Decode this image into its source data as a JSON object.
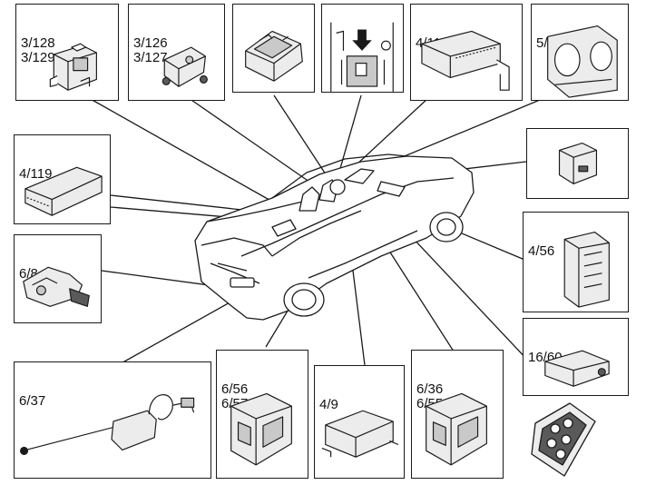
{
  "diagram": {
    "boxes": [
      {
        "id": "b1",
        "labels": [
          "3/128",
          "3/129"
        ]
      },
      {
        "id": "b2",
        "labels": [
          "3/126",
          "3/127"
        ]
      },
      {
        "id": "b3",
        "labels": []
      },
      {
        "id": "b4",
        "labels": []
      },
      {
        "id": "b5",
        "labels": [
          "4/119.2"
        ]
      },
      {
        "id": "b6",
        "labels": [
          "5/1"
        ]
      },
      {
        "id": "b7",
        "labels": [
          "4/119"
        ]
      },
      {
        "id": "b8",
        "labels": []
      },
      {
        "id": "b9",
        "labels": [
          "6/8"
        ]
      },
      {
        "id": "b10",
        "labels": [
          "4/56"
        ]
      },
      {
        "id": "b11",
        "labels": [
          "16/60"
        ]
      },
      {
        "id": "b12",
        "labels": [
          "6/37"
        ]
      },
      {
        "id": "b13",
        "labels": [
          "6/56",
          "6/57"
        ]
      },
      {
        "id": "b14",
        "labels": [
          "4/9"
        ]
      },
      {
        "id": "b15",
        "labels": [
          "6/36",
          "6/55"
        ]
      }
    ],
    "line_color": "#1a1a1a",
    "fill_light": "#ececec",
    "fill_mid": "#c9c9c9",
    "fill_dark": "#5a5a5a"
  }
}
